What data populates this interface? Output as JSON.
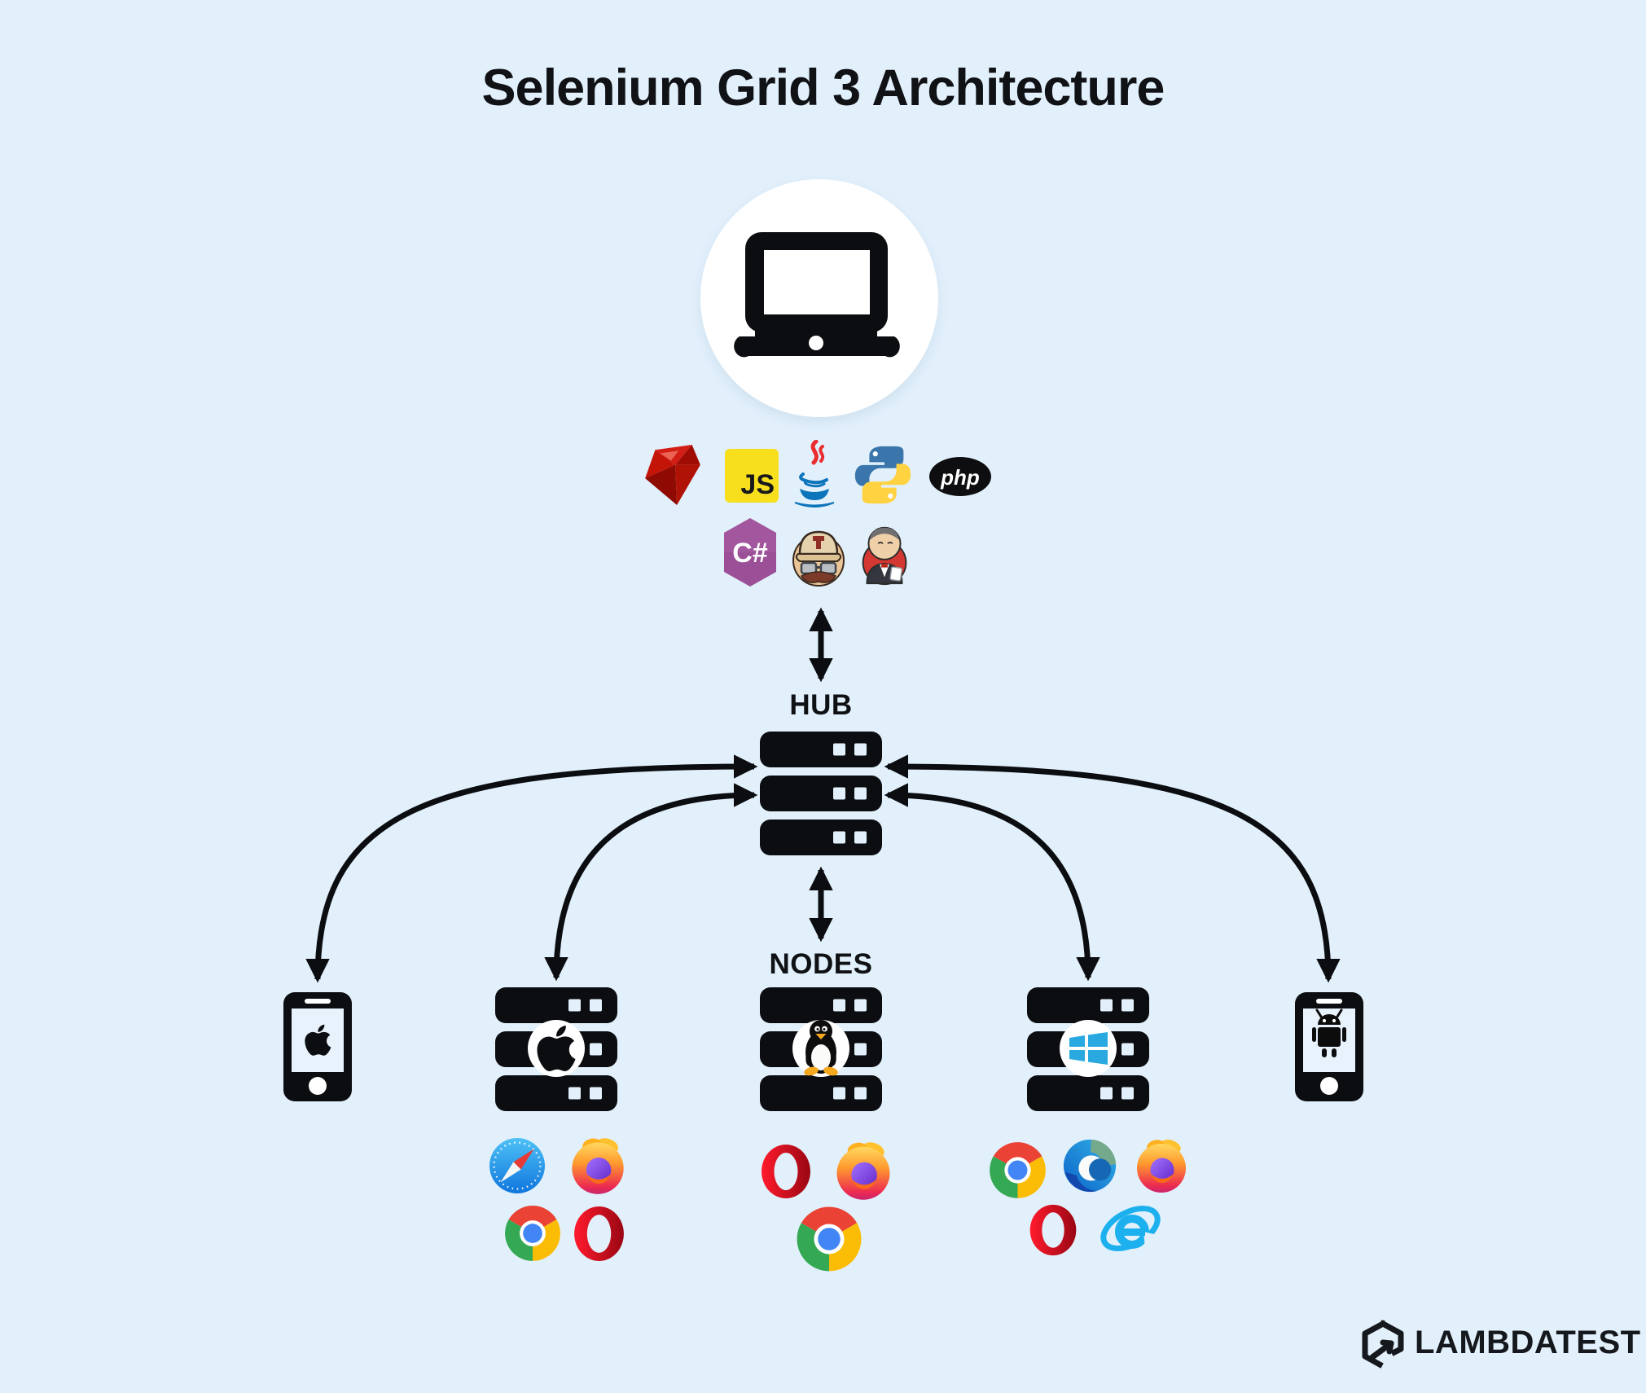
{
  "title": "Selenium Grid 3 Architecture",
  "client": {
    "device": "laptop client machine",
    "languages": [
      "Ruby",
      "JavaScript",
      "Java",
      "Python",
      "PHP",
      "C#",
      "Travis CI",
      "Jenkins"
    ],
    "labels": {
      "js": "JS",
      "php": "php",
      "csharp": "C#"
    }
  },
  "hub": {
    "label": "HUB"
  },
  "nodes": {
    "label": "NODES",
    "items": [
      {
        "name": "iOS device",
        "platform": "Apple iPhone",
        "browsers": []
      },
      {
        "name": "macOS node",
        "platform": "macOS",
        "browsers": [
          "Safari",
          "Firefox",
          "Chrome",
          "Opera"
        ]
      },
      {
        "name": "Linux node",
        "platform": "Linux",
        "browsers": [
          "Opera",
          "Firefox",
          "Chrome"
        ]
      },
      {
        "name": "Windows node",
        "platform": "Windows",
        "browsers": [
          "Chrome",
          "Edge",
          "Firefox",
          "Opera",
          "Internet Explorer"
        ]
      },
      {
        "name": "Android device",
        "platform": "Android",
        "browsers": []
      }
    ]
  },
  "brand": {
    "name": "LAMBDATEST"
  },
  "colors": {
    "background": "#e2f0fb",
    "ink": "#0b0d10"
  }
}
